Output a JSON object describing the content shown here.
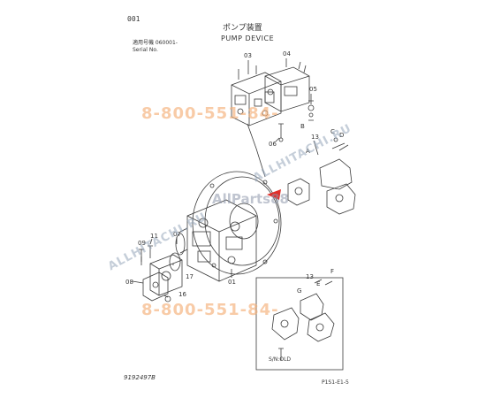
{
  "header": {
    "page_code": "001",
    "title_jp": "ポンプ装置",
    "title_en": "PUMP DEVICE",
    "serial_label_jp": "適用号機 060001-",
    "serial_label_en": "Serial No."
  },
  "callouts": {
    "c01": "01",
    "c03": "03",
    "c04": "04",
    "c05": "05",
    "c06": "06",
    "c07": "07",
    "c08": "08",
    "c09": "09",
    "c11": "11",
    "c13a": "13",
    "c13b": "13",
    "c16": "16",
    "c17": "17",
    "letters": [
      "A",
      "B",
      "C",
      "D",
      "E",
      "F",
      "G"
    ]
  },
  "inset": {
    "label": "S/N:OLD"
  },
  "footer": {
    "doc_number": "9192497B",
    "page_ref": "P1S1-E1-5"
  },
  "watermarks": {
    "phone_1": "8-800-551-84-",
    "phone_2": "8-800-551-84-",
    "site_1": "ALLHITACHI.RU",
    "site_2": "ALLHITACHI.RU",
    "logo": "AllParts88"
  },
  "colors": {
    "line": "#3a3a3a",
    "watermark_orange": "#f5af78",
    "arrow_red": "#e0302a"
  }
}
